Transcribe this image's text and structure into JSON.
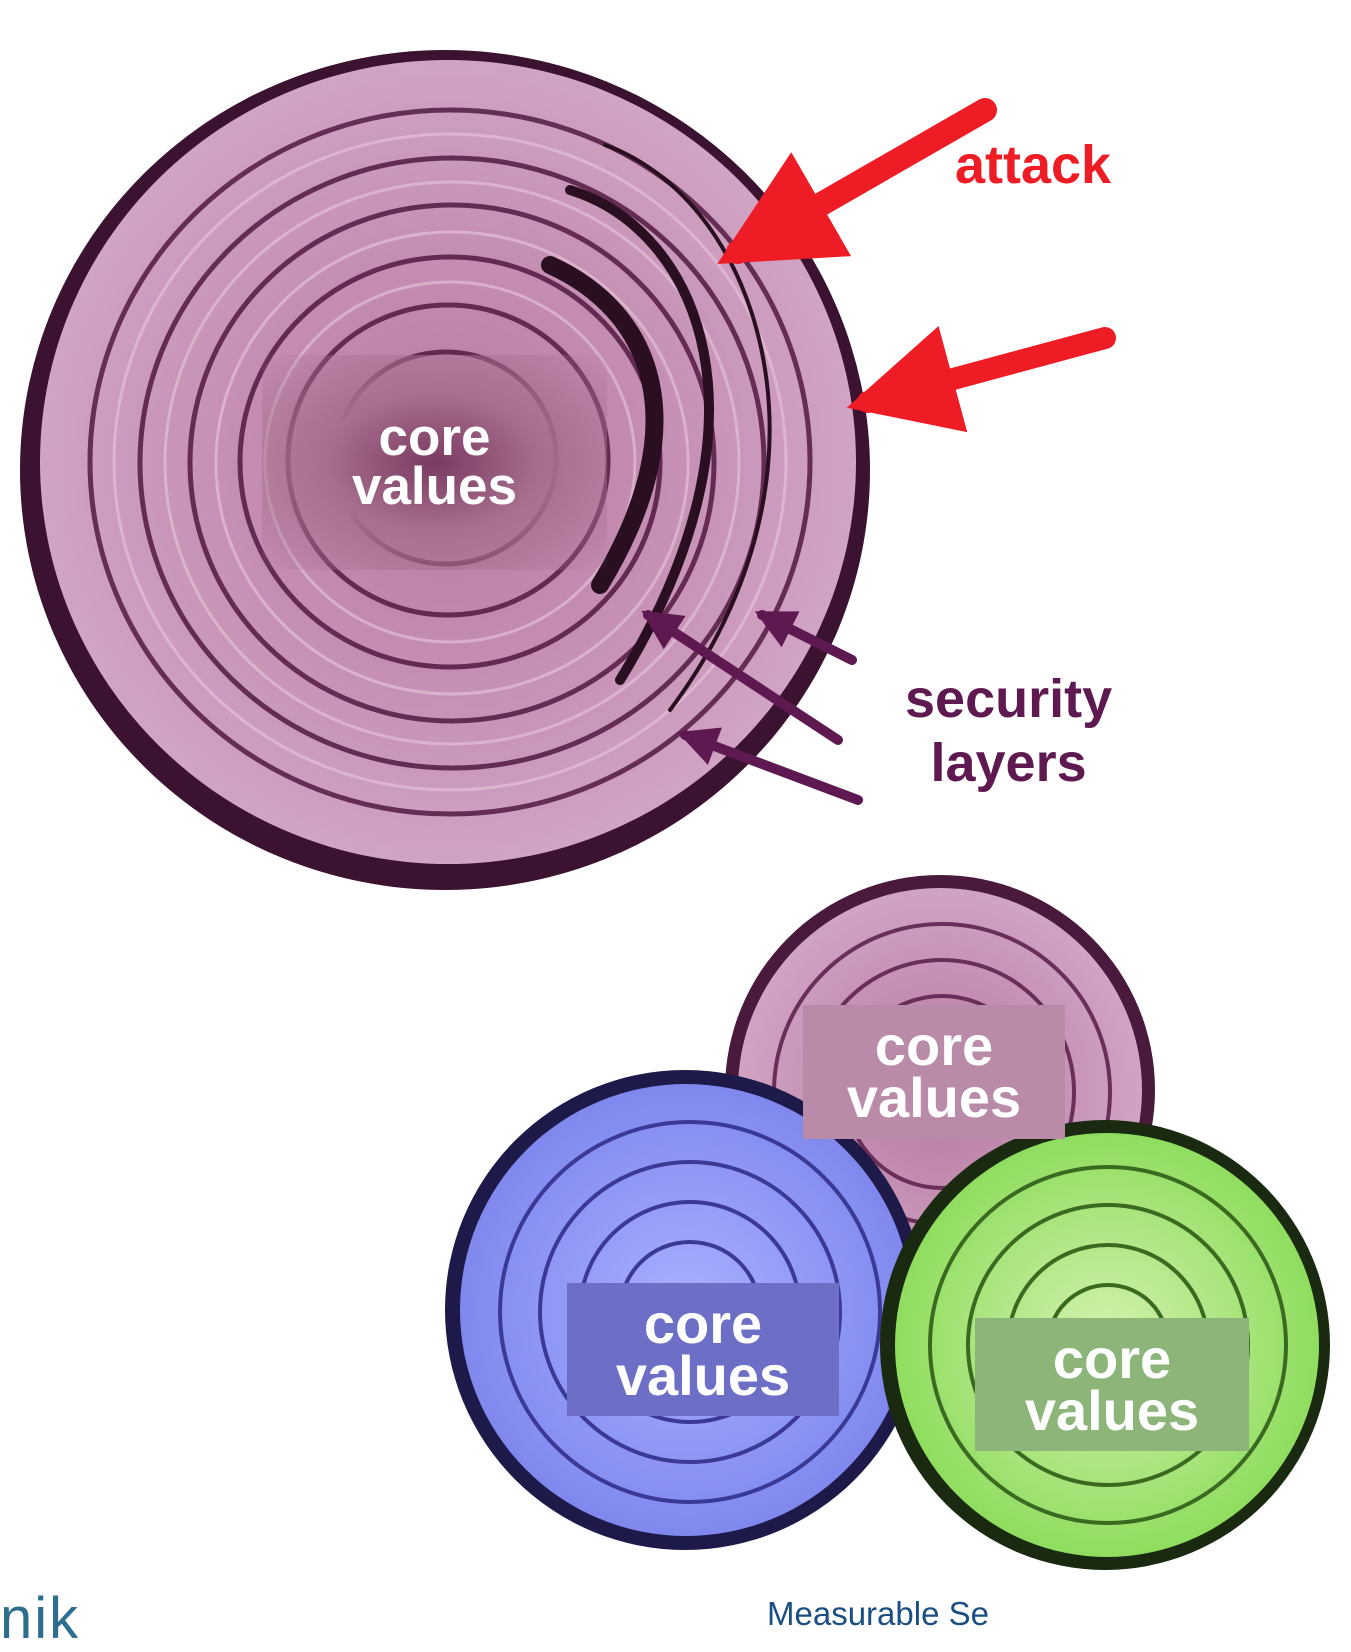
{
  "labels": {
    "attack": "attack",
    "security_line1": "security",
    "security_line2": "layers"
  },
  "main_onion": {
    "core_line1": "core",
    "core_line2": "values"
  },
  "small_onions": [
    {
      "core_line1": "core",
      "core_line2": "values"
    },
    {
      "core_line1": "core",
      "core_line2": "values"
    },
    {
      "core_line1": "core",
      "core_line2": "values"
    }
  ],
  "footer": {
    "brand_fragment": "nik",
    "caption": "Measurable Se"
  },
  "colors": {
    "attack": "#ee1c25",
    "security_layers": "#5e1a50",
    "onion_pink": "#c797bb",
    "onion_ring": "#4a1a3c",
    "onion_blue": "#8a8ef0",
    "onion_green": "#8edd60",
    "footer_text": "#1b4f83"
  },
  "icons": [
    "onion-cross-section",
    "attack-arrow",
    "security-layer-arrow"
  ]
}
